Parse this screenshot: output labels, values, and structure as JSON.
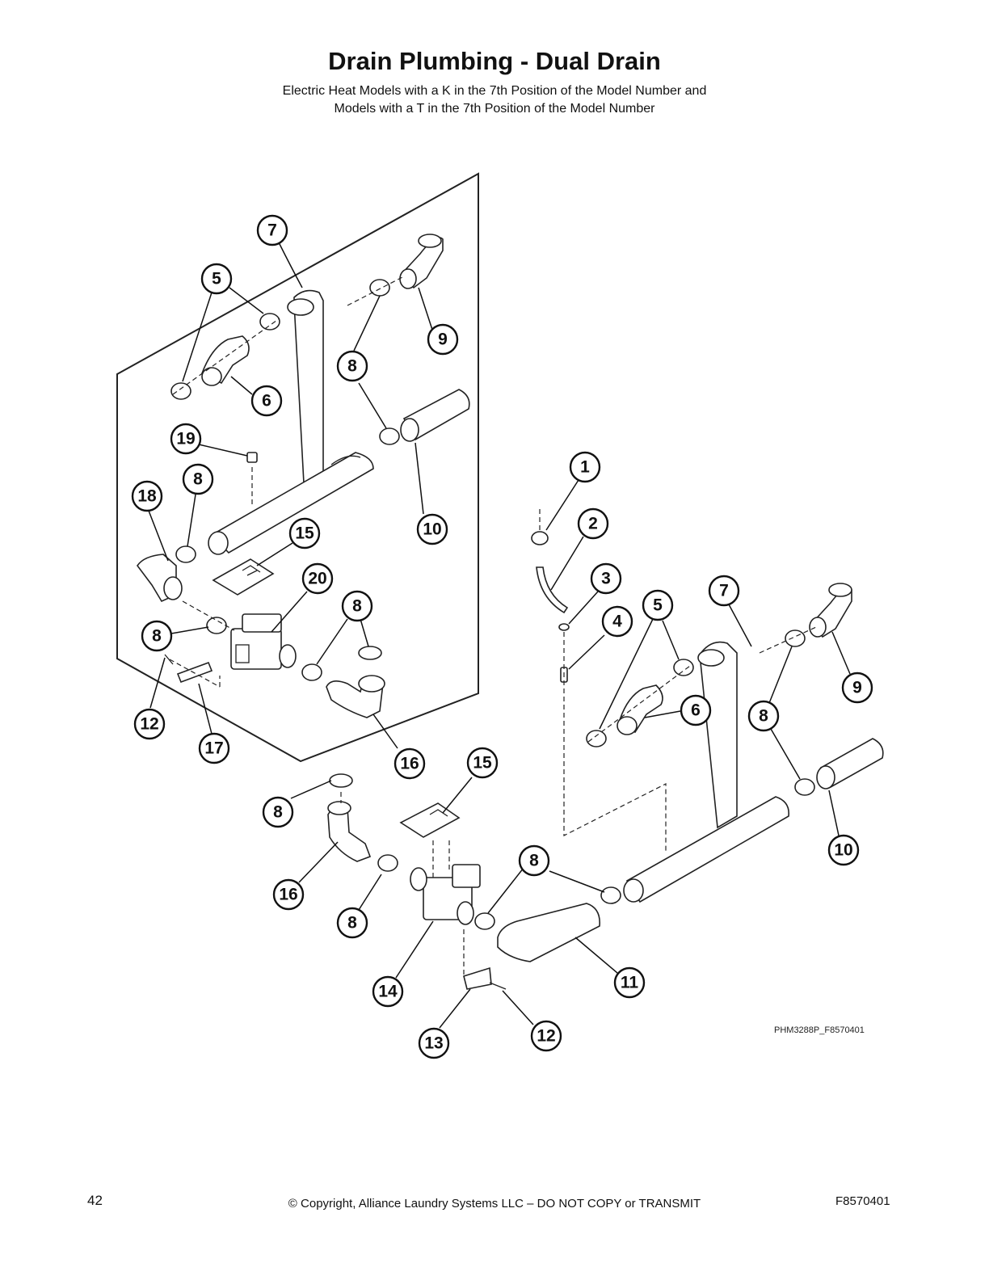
{
  "header": {
    "title": "Drain Plumbing - Dual Drain",
    "subtitle_line1": "Electric Heat Models with a K in the 7th Position of the Model Number and",
    "subtitle_line2": "Models with a T in the 7th Position of the Model Number"
  },
  "diagram": {
    "reference_code": "PHM3288P_F8570401",
    "callouts": [
      "7",
      "5",
      "9",
      "6",
      "8",
      "19",
      "18",
      "8",
      "10",
      "15",
      "20",
      "8",
      "8",
      "12",
      "17",
      "16",
      "1",
      "2",
      "3",
      "4",
      "5",
      "7",
      "9",
      "6",
      "8",
      "10",
      "8",
      "15",
      "16",
      "8",
      "14",
      "11",
      "13",
      "12",
      "8"
    ]
  },
  "footer": {
    "page_number": "42",
    "copyright": "© Copyright, Alliance Laundry Systems LLC – DO NOT COPY or TRANSMIT",
    "document_number": "F8570401"
  }
}
